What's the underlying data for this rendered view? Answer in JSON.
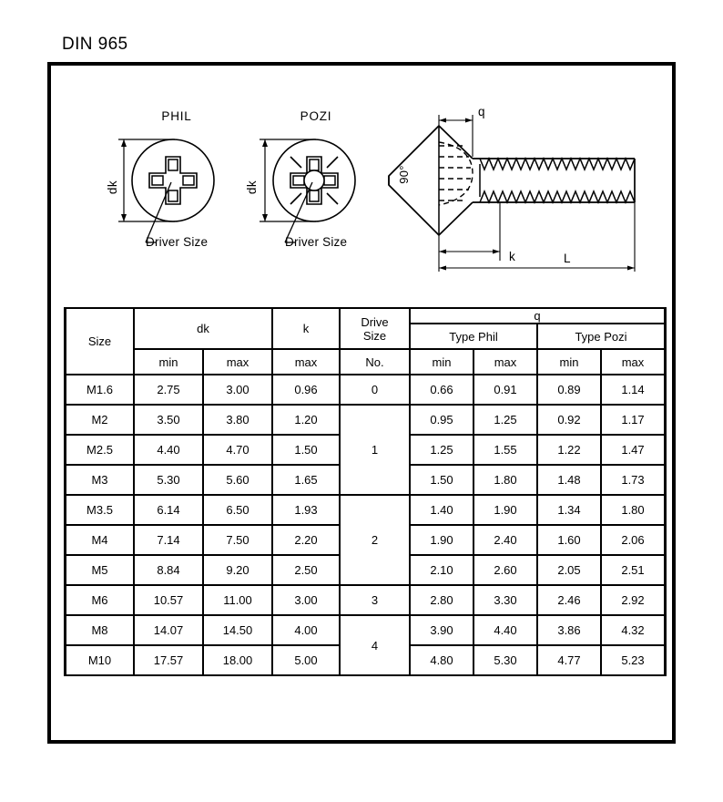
{
  "document": {
    "title": "DIN 965"
  },
  "drawings": {
    "phil": {
      "name": "PHIL",
      "dk_label": "dk",
      "driver_label": "Driver Size"
    },
    "pozi": {
      "name": "POZI",
      "dk_label": "dk",
      "driver_label": "Driver Size"
    },
    "side": {
      "angle_label": "90°",
      "q_label": "q",
      "k_label": "k",
      "l_label": "L"
    }
  },
  "table": {
    "headers": {
      "size": "Size",
      "dk": "dk",
      "k": "k",
      "drive_size": "Drive\nSize",
      "drive_size_line1": "Drive",
      "drive_size_line2": "Size",
      "q": "q",
      "type_phil": "Type Phil",
      "type_pozi": "Type Pozi",
      "min": "min",
      "max": "max",
      "no": "No."
    },
    "rows": [
      {
        "size": "M1.6",
        "dk_min": "2.75",
        "dk_max": "3.00",
        "k_max": "0.96",
        "drive": "0",
        "drive_span": 1,
        "phil_min": "0.66",
        "phil_max": "0.91",
        "pozi_min": "0.89",
        "pozi_max": "1.14"
      },
      {
        "size": "M2",
        "dk_min": "3.50",
        "dk_max": "3.80",
        "k_max": "1.20",
        "drive": "1",
        "drive_span": 3,
        "phil_min": "0.95",
        "phil_max": "1.25",
        "pozi_min": "0.92",
        "pozi_max": "1.17"
      },
      {
        "size": "M2.5",
        "dk_min": "4.40",
        "dk_max": "4.70",
        "k_max": "1.50",
        "drive": "",
        "drive_span": 0,
        "phil_min": "1.25",
        "phil_max": "1.55",
        "pozi_min": "1.22",
        "pozi_max": "1.47"
      },
      {
        "size": "M3",
        "dk_min": "5.30",
        "dk_max": "5.60",
        "k_max": "1.65",
        "drive": "",
        "drive_span": 0,
        "phil_min": "1.50",
        "phil_max": "1.80",
        "pozi_min": "1.48",
        "pozi_max": "1.73"
      },
      {
        "size": "M3.5",
        "dk_min": "6.14",
        "dk_max": "6.50",
        "k_max": "1.93",
        "drive": "2",
        "drive_span": 3,
        "phil_min": "1.40",
        "phil_max": "1.90",
        "pozi_min": "1.34",
        "pozi_max": "1.80"
      },
      {
        "size": "M4",
        "dk_min": "7.14",
        "dk_max": "7.50",
        "k_max": "2.20",
        "drive": "",
        "drive_span": 0,
        "phil_min": "1.90",
        "phil_max": "2.40",
        "pozi_min": "1.60",
        "pozi_max": "2.06"
      },
      {
        "size": "M5",
        "dk_min": "8.84",
        "dk_max": "9.20",
        "k_max": "2.50",
        "drive": "",
        "drive_span": 0,
        "phil_min": "2.10",
        "phil_max": "2.60",
        "pozi_min": "2.05",
        "pozi_max": "2.51"
      },
      {
        "size": "M6",
        "dk_min": "10.57",
        "dk_max": "11.00",
        "k_max": "3.00",
        "drive": "3",
        "drive_span": 1,
        "phil_min": "2.80",
        "phil_max": "3.30",
        "pozi_min": "2.46",
        "pozi_max": "2.92"
      },
      {
        "size": "M8",
        "dk_min": "14.07",
        "dk_max": "14.50",
        "k_max": "4.00",
        "drive": "4",
        "drive_span": 2,
        "phil_min": "3.90",
        "phil_max": "4.40",
        "pozi_min": "3.86",
        "pozi_max": "4.32"
      },
      {
        "size": "M10",
        "dk_min": "17.57",
        "dk_max": "18.00",
        "k_max": "5.00",
        "drive": "",
        "drive_span": 0,
        "phil_min": "4.80",
        "phil_max": "5.30",
        "pozi_min": "4.77",
        "pozi_max": "5.23"
      }
    ]
  },
  "colors": {
    "line": "#000000",
    "background": "#ffffff"
  }
}
